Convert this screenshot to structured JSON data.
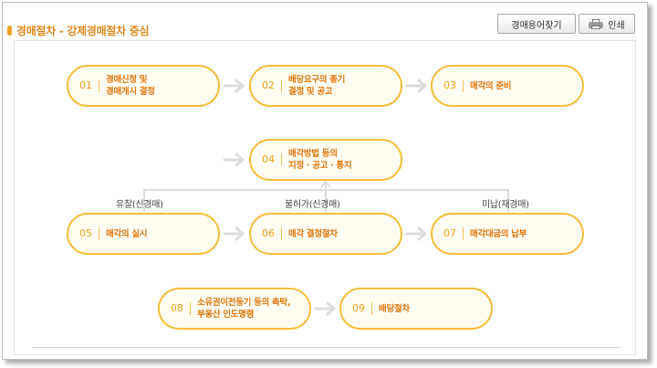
{
  "header": {
    "title": "경매절차 - 강제경매절차 중심",
    "glossary_button": "경매용어찾기",
    "print_button": "인쇄"
  },
  "steps": [
    {
      "num": "01",
      "label": "경매신청 및\n경매개시 결정"
    },
    {
      "num": "02",
      "label": "배당요구의 종기\n결정 및 공고"
    },
    {
      "num": "03",
      "label": "매각의 준비"
    },
    {
      "num": "04",
      "label": "매각방법 등의\n지정 · 공고 · 통지"
    },
    {
      "num": "05",
      "label": "매각의 실시"
    },
    {
      "num": "06",
      "label": "매각 결정절차"
    },
    {
      "num": "07",
      "label": "매각대금의 납부"
    },
    {
      "num": "08",
      "label": "소유권이전등기 등의 촉탁,\n부동산 인도명령"
    },
    {
      "num": "09",
      "label": "배당절차"
    }
  ],
  "branch_labels": {
    "failed_bid": "유찰(신경매)",
    "not_permitted": "불허가(신경매)",
    "unpaid": "미납(재경매)"
  },
  "colors": {
    "accent": "#e08a1e",
    "step_border": "#f6bd3a",
    "arrow": "#dcdcdc"
  }
}
